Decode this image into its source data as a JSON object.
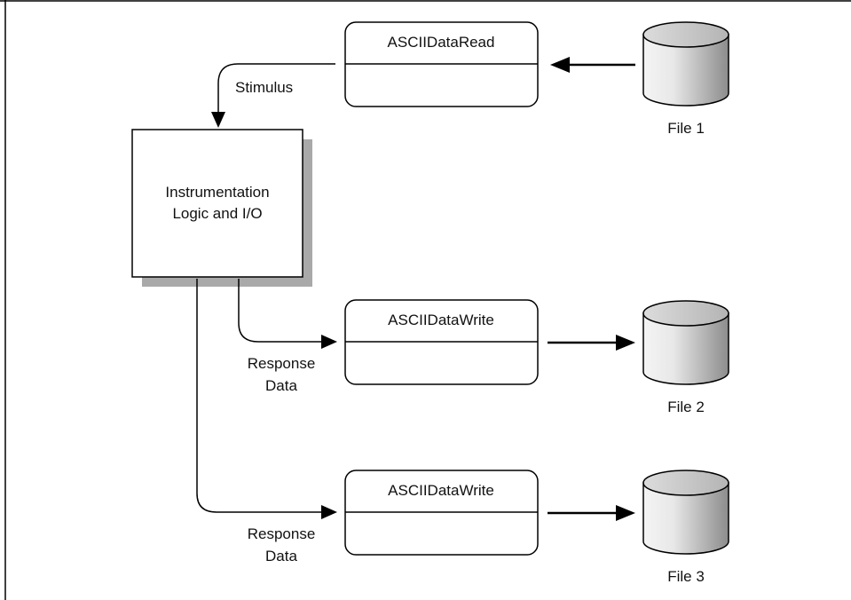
{
  "colors": {
    "line": "#000000",
    "shadow": "#a9a9a9",
    "box_fill": "#ffffff",
    "cylinder_light": "#f4f4f4",
    "cylinder_dark": "#8c8c8c"
  },
  "logic_block": {
    "label_line1": "Instrumentation",
    "label_line2": "Logic and I/O"
  },
  "reader": {
    "title": "ASCIIDataRead",
    "input_label": "Stimulus"
  },
  "writers": [
    {
      "title": "ASCIIDataWrite",
      "label_line1": "Response",
      "label_line2": "Data"
    },
    {
      "title": "ASCIIDataWrite",
      "label_line1": "Response",
      "label_line2": "Data"
    }
  ],
  "files": [
    {
      "label": "File 1"
    },
    {
      "label": "File 2"
    },
    {
      "label": "File 3"
    }
  ]
}
